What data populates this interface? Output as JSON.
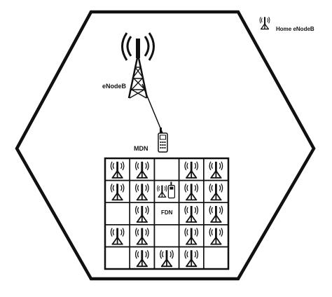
{
  "labels": {
    "legend": "Home eNodeB",
    "macro": "eNodeB",
    "mdn": "MDN",
    "fdn": "FDN"
  },
  "icons": {
    "macro_tower": "antenna-tower-icon",
    "home_enodeb": "home-enodeb-icon",
    "mobile_device": "mobile-phone-icon",
    "femto_device": "femto-device-icon"
  },
  "grid": {
    "rows": 5,
    "cols": 5,
    "cells": [
      [
        1,
        1,
        0,
        1,
        1
      ],
      [
        1,
        1,
        2,
        1,
        1
      ],
      [
        0,
        1,
        0,
        1,
        1
      ],
      [
        1,
        1,
        0,
        1,
        1
      ],
      [
        0,
        1,
        1,
        1,
        0
      ]
    ]
  },
  "colors": {
    "line": "#111111",
    "background": "#ffffff"
  }
}
